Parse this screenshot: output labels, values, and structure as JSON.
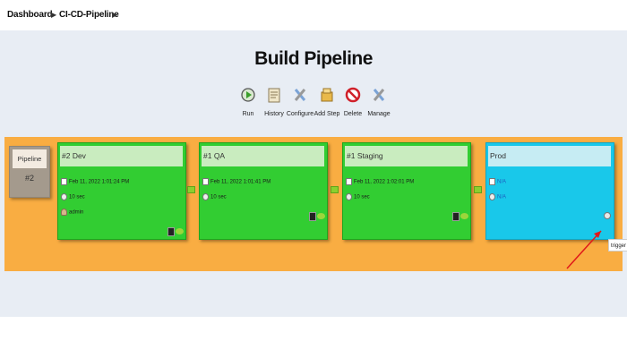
{
  "breadcrumb": {
    "items": [
      "Dashboard",
      "CI-CD-Pipeline"
    ]
  },
  "page_title": "Build Pipeline",
  "toolbar": {
    "items": [
      {
        "label": "Run",
        "icon": "run-icon"
      },
      {
        "label": "History",
        "icon": "history-icon"
      },
      {
        "label": "Configure",
        "icon": "configure-icon"
      },
      {
        "label": "Add Step",
        "icon": "add-step-icon"
      },
      {
        "label": "Delete",
        "icon": "delete-icon"
      },
      {
        "label": "Manage",
        "icon": "manage-icon"
      }
    ]
  },
  "pipeline": {
    "label": "Pipeline",
    "number": "#2"
  },
  "stages": [
    {
      "title": "#2 Dev",
      "date": "Feb 11, 2022 1:01:24 PM",
      "duration": "10 sec",
      "user": "admin",
      "status_color": "#32cd32"
    },
    {
      "title": "#1 QA",
      "date": "Feb 11, 2022 1:01:41 PM",
      "duration": "10 sec",
      "status_color": "#32cd32"
    },
    {
      "title": "#1 Staging",
      "date": "Feb 11, 2022 1:02:01 PM",
      "duration": "10 sec",
      "status_color": "#32cd32"
    },
    {
      "title": "Prod",
      "date": "N/A",
      "duration": "N/A",
      "status_color": "#19c8ea"
    }
  ],
  "tooltip": "trigger",
  "colors": {
    "band": "#f9ad42",
    "success": "#32cd32",
    "pending": "#19c8ea",
    "annotation_arrow": "#e0181a"
  }
}
